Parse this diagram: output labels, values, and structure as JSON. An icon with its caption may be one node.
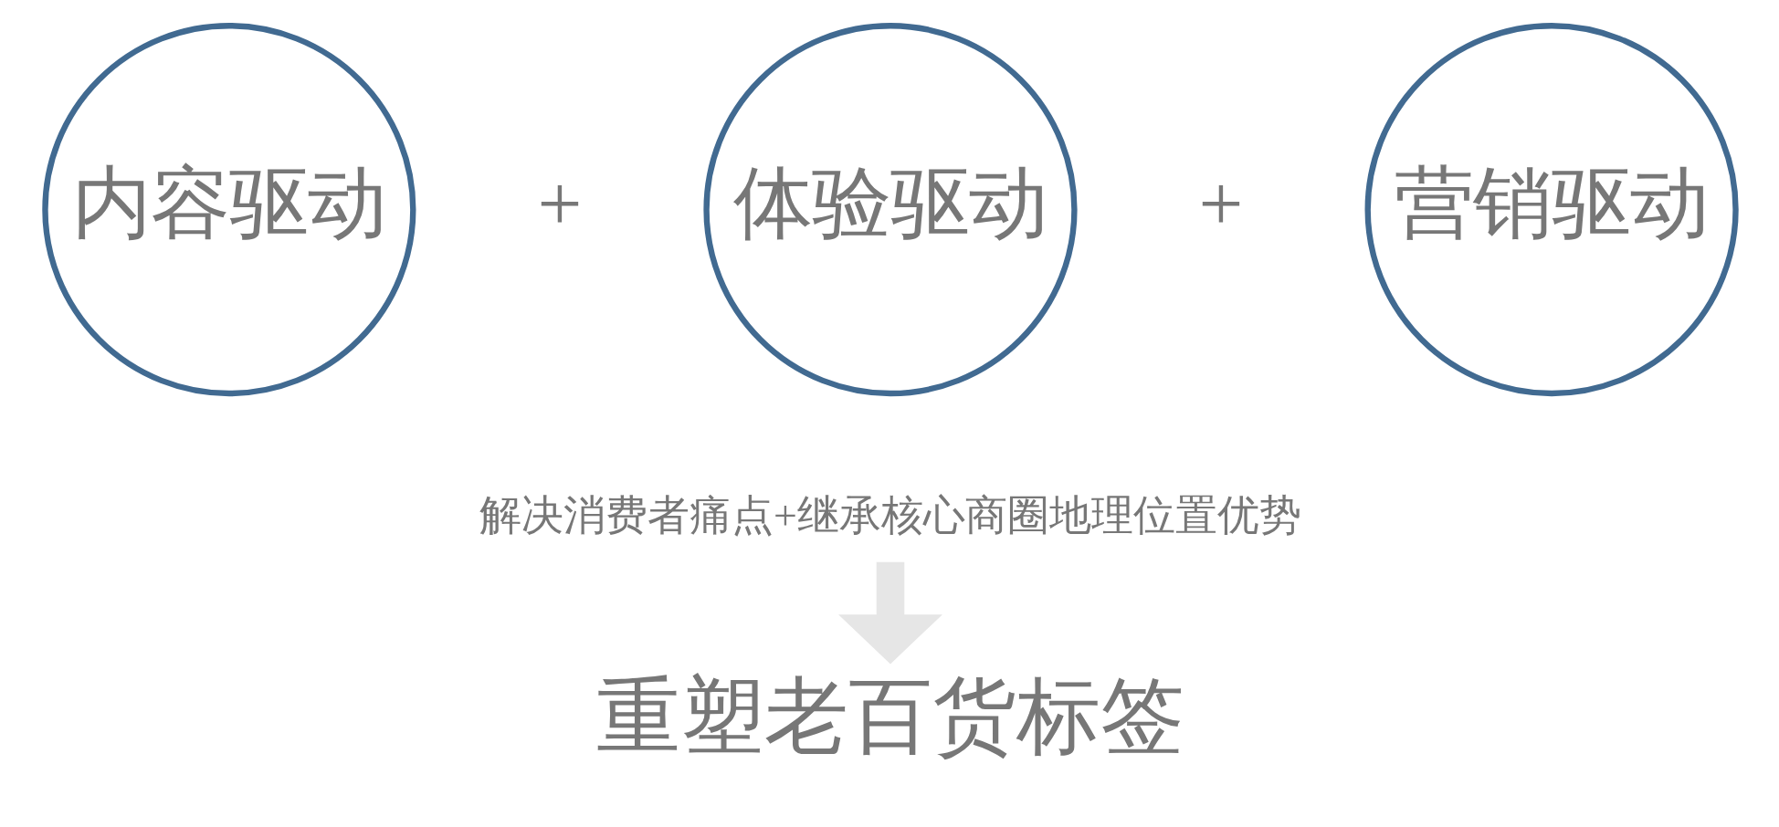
{
  "diagram": {
    "nodes": [
      {
        "text": [
          "内容驱动"
        ]
      },
      {
        "text": [
          "体验驱动"
        ]
      },
      {
        "text": [
          "营销驱动"
        ]
      },
      {
        "text": [
          "解决消费者痛点+继承核心商圈地理位置优势"
        ]
      },
      {
        "text": [
          "重塑老百货标签"
        ]
      }
    ],
    "edges": [
      {
        "from": 3,
        "to": 4,
        "arrow": "to"
      }
    ],
    "labels": [
      "+",
      "+"
    ]
  }
}
